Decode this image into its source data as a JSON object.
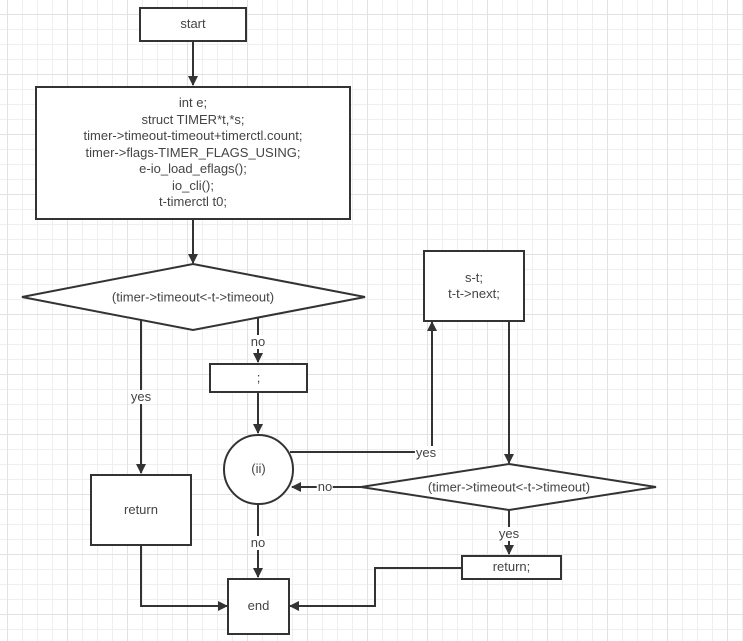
{
  "diagram": {
    "type": "flowchart",
    "nodes": {
      "start": {
        "shape": "rect",
        "text": "start"
      },
      "init": {
        "shape": "rect",
        "text": "int e;\nstruct TIMER*t,*s;\ntimer->timeout-timeout+timerctl.count;\ntimer->flags-TIMER_FLAGS_USING;\ne-io_load_eflags();\nio_cli();\nt-timerctl t0;"
      },
      "cond1": {
        "shape": "diamond",
        "text": "(timer->timeout<-t->timeout)"
      },
      "semicolon": {
        "shape": "rect",
        "text": ";"
      },
      "return1": {
        "shape": "rect",
        "text": "return"
      },
      "loop": {
        "shape": "circle",
        "text": "(ii)"
      },
      "advance": {
        "shape": "rect",
        "text": "s-t;\nt-t->next;"
      },
      "cond2": {
        "shape": "diamond",
        "text": "(timer->timeout<-t->timeout)"
      },
      "return2": {
        "shape": "rect",
        "text": "return;"
      },
      "end": {
        "shape": "rect",
        "text": "end"
      }
    },
    "edges": [
      {
        "from": "start",
        "to": "init",
        "label": ""
      },
      {
        "from": "init",
        "to": "cond1",
        "label": ""
      },
      {
        "from": "cond1",
        "to": "return1",
        "label": "yes"
      },
      {
        "from": "cond1",
        "to": "semicolon",
        "label": "no"
      },
      {
        "from": "semicolon",
        "to": "loop",
        "label": ""
      },
      {
        "from": "loop",
        "to": "advance",
        "label": "yes"
      },
      {
        "from": "advance",
        "to": "cond2",
        "label": ""
      },
      {
        "from": "cond2",
        "to": "loop",
        "label": "no"
      },
      {
        "from": "cond2",
        "to": "return2",
        "label": "yes"
      },
      {
        "from": "loop",
        "to": "end",
        "label": "no"
      },
      {
        "from": "return1",
        "to": "end",
        "label": ""
      },
      {
        "from": "return2",
        "to": "end",
        "label": ""
      }
    ],
    "colors": {
      "stroke": "#333333",
      "text": "#444444",
      "grid": "#e2e2e2",
      "background": "#ffffff"
    }
  }
}
